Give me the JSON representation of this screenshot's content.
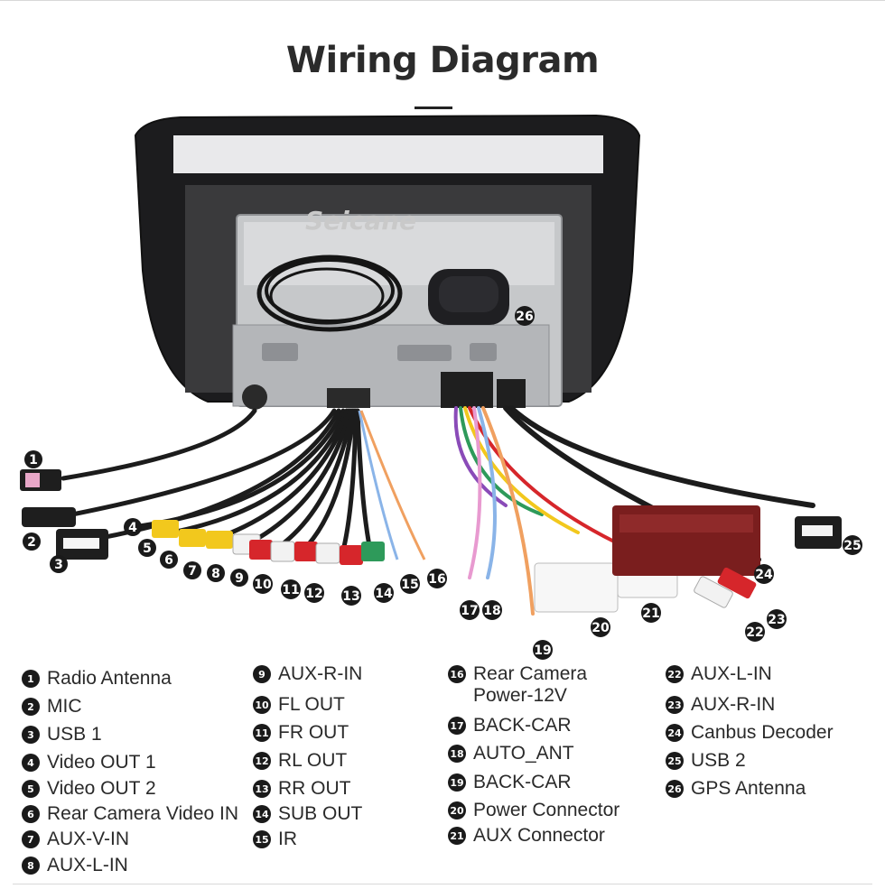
{
  "title": "Wiring Diagram",
  "watermark": "Seicane",
  "legend": [
    {
      "num": "1",
      "label": "Radio Antenna"
    },
    {
      "num": "2",
      "label": "MIC"
    },
    {
      "num": "3",
      "label": "USB 1"
    },
    {
      "num": "4",
      "label": "Video OUT 1"
    },
    {
      "num": "5",
      "label": "Video OUT 2"
    },
    {
      "num": "6",
      "label": "Rear Camera Video IN"
    },
    {
      "num": "7",
      "label": "AUX-V-IN"
    },
    {
      "num": "8",
      "label": "AUX-L-IN"
    },
    {
      "num": "9",
      "label": "AUX-R-IN"
    },
    {
      "num": "10",
      "label": "FL OUT"
    },
    {
      "num": "11",
      "label": "FR OUT"
    },
    {
      "num": "12",
      "label": "RL OUT"
    },
    {
      "num": "13",
      "label": "RR OUT"
    },
    {
      "num": "14",
      "label": "SUB OUT"
    },
    {
      "num": "15",
      "label": "IR"
    },
    {
      "num": "16",
      "label": "Rear Camera",
      "label2": "Power-12V"
    },
    {
      "num": "17",
      "label": "BACK-CAR"
    },
    {
      "num": "18",
      "label": "AUTO_ANT"
    },
    {
      "num": "19",
      "label": "BACK-CAR"
    },
    {
      "num": "20",
      "label": "Power Connector"
    },
    {
      "num": "21",
      "label": "AUX Connector"
    },
    {
      "num": "22",
      "label": "AUX-L-IN"
    },
    {
      "num": "23",
      "label": "AUX-R-IN"
    },
    {
      "num": "24",
      "label": "Canbus Decoder"
    },
    {
      "num": "25",
      "label": "USB 2"
    },
    {
      "num": "26",
      "label": "GPS Antenna"
    }
  ],
  "colors": {
    "badge": "#1a1a1a",
    "rca_red": "#d6262b",
    "rca_white": "#f2f2f2",
    "rca_yellow": "#f2c81d",
    "rca_green": "#2e9a5a",
    "decoder": "#7a1e1e",
    "wire": "#1c1c1c"
  }
}
